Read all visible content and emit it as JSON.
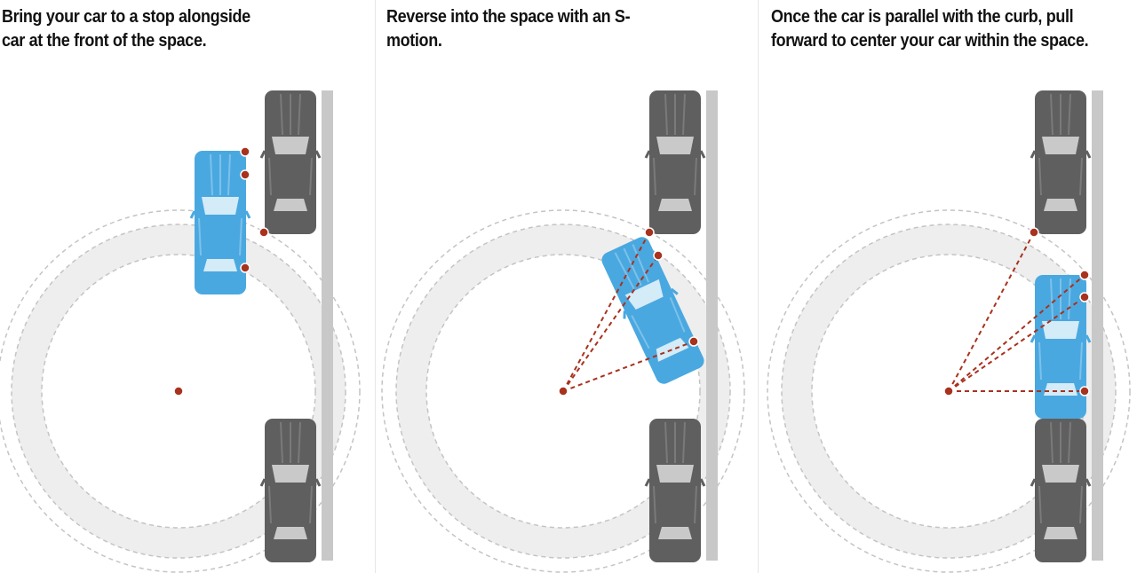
{
  "steps": [
    {
      "caption": "Bring your car to a stop alongside car at the front of the space."
    },
    {
      "caption": "Reverse into the space with an S-motion."
    },
    {
      "caption": "Once the car is parallel with the curb, pull forward to center your car within the space."
    }
  ],
  "colors": {
    "moving_car": "#4aa8e0",
    "parked_car": "#5f5f5f",
    "pivot": "#a8321e",
    "curb": "#c8c8c8",
    "turn_band": "#eeeeee"
  }
}
